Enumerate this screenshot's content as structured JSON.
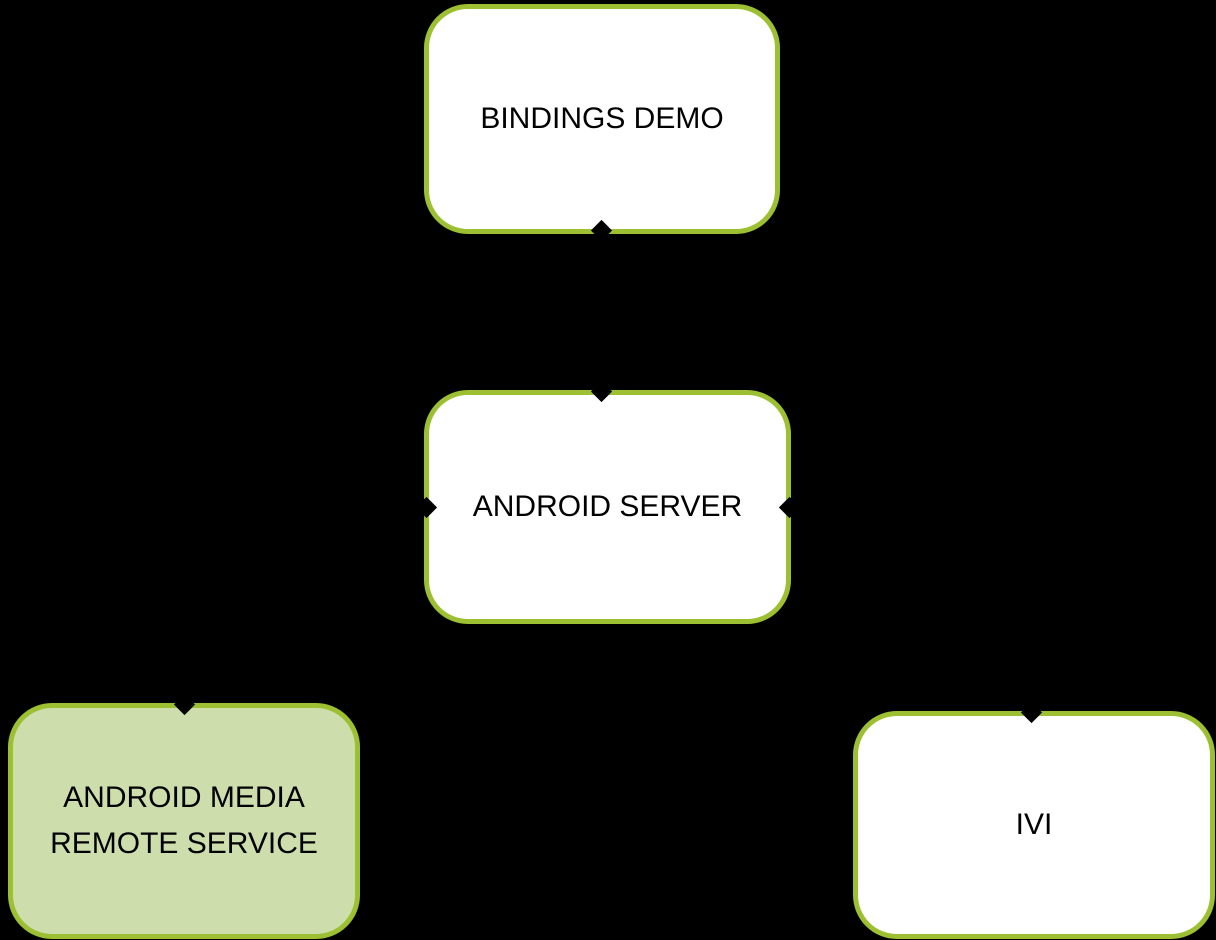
{
  "diagram": {
    "nodes": [
      {
        "id": "bindings-demo",
        "label": "BINDINGS DEMO",
        "fill": "#ffffff"
      },
      {
        "id": "android-server",
        "label": "ANDROID SERVER",
        "fill": "#ffffff"
      },
      {
        "id": "android-media-remote-service",
        "label": "ANDROID MEDIA REMOTE SERVICE",
        "fill": "#cdddab"
      },
      {
        "id": "ivi",
        "label": "IVI",
        "fill": "#ffffff"
      }
    ],
    "edges": [
      {
        "from": "bindings-demo",
        "to": "android-server"
      },
      {
        "from": "android-server",
        "to": "android-media-remote-service"
      },
      {
        "from": "android-server",
        "to": "ivi"
      }
    ],
    "colors": {
      "background": "#000000",
      "node_border": "#9dc033",
      "node_fill_default": "#ffffff",
      "node_fill_highlight": "#cdddab",
      "text": "#000000"
    }
  }
}
